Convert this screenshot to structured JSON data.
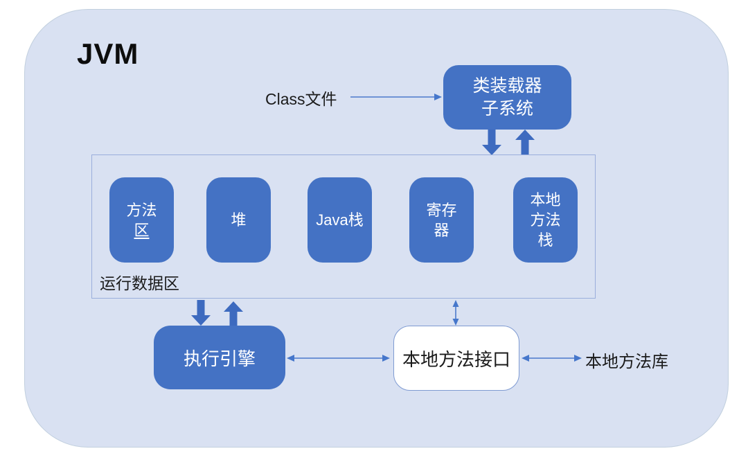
{
  "diagram": {
    "title": "JVM",
    "class_file": {
      "label": "Class文件"
    },
    "class_loader": {
      "label": "类装载器子系统",
      "lines": [
        "类装载器",
        "子系统"
      ]
    },
    "runtime_area": {
      "label": "运行数据区",
      "boxes": [
        {
          "label": "方法区",
          "lines": [
            "方法",
            "区"
          ]
        },
        {
          "label": "堆",
          "lines": [
            "堆"
          ]
        },
        {
          "label": "Java栈",
          "lines": [
            "Java栈"
          ]
        },
        {
          "label": "寄存器",
          "lines": [
            "寄存",
            "器"
          ]
        },
        {
          "label": "本地方法栈",
          "lines": [
            "本地",
            "方法",
            "栈"
          ]
        }
      ]
    },
    "execution_engine": {
      "label": "执行引擎"
    },
    "native_interface": {
      "label": "本地方法接口"
    },
    "native_library": {
      "label": "本地方法库"
    },
    "arrows": [
      {
        "from": "Class文件",
        "to": "类装载器子系统",
        "style": "thin",
        "direction": "one-way"
      },
      {
        "from": "类装载器子系统",
        "to": "运行数据区",
        "style": "thick-pair",
        "direction": "both"
      },
      {
        "from": "运行数据区",
        "to": "执行引擎",
        "style": "thick-pair",
        "direction": "both"
      },
      {
        "from": "执行引擎",
        "to": "本地方法接口",
        "style": "thin",
        "direction": "two-way"
      },
      {
        "from": "运行数据区",
        "to": "本地方法接口",
        "style": "thin",
        "direction": "two-way"
      },
      {
        "from": "本地方法接口",
        "to": "本地方法库",
        "style": "thin",
        "direction": "two-way"
      }
    ],
    "colors": {
      "container_fill": "#D9E1F2",
      "node_fill": "#4472C4",
      "node_text": "#FFFFFF",
      "thick_arrow": "#3D6ABF",
      "thin_arrow": "#4B79CB",
      "runtime_border": "#9AAEDC",
      "interface_border": "#7E9AD2",
      "label_text": "#1B1B1B"
    }
  }
}
